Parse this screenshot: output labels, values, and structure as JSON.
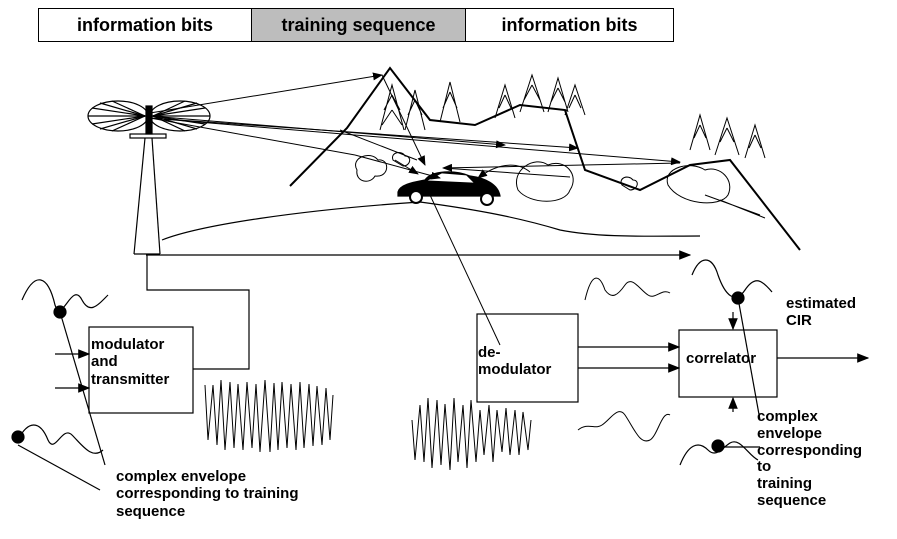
{
  "frame": {
    "segments": [
      "information bits",
      "training sequence",
      "information bits"
    ]
  },
  "blocks": {
    "modulator": "modulator\nand\ntransmitter",
    "demodulator": "de-\nmodulator",
    "correlator": "correlator"
  },
  "labels": {
    "estimated_cir": "estimated\nCIR",
    "tx_envelope": "complex envelope\ncorresponding to training\nsequence",
    "rx_envelope": "complex\nenvelope\ncorresponding\nto\ntraining\nsequence"
  },
  "colors": {
    "training_segment": "#bdbdbd",
    "line": "#000000"
  }
}
